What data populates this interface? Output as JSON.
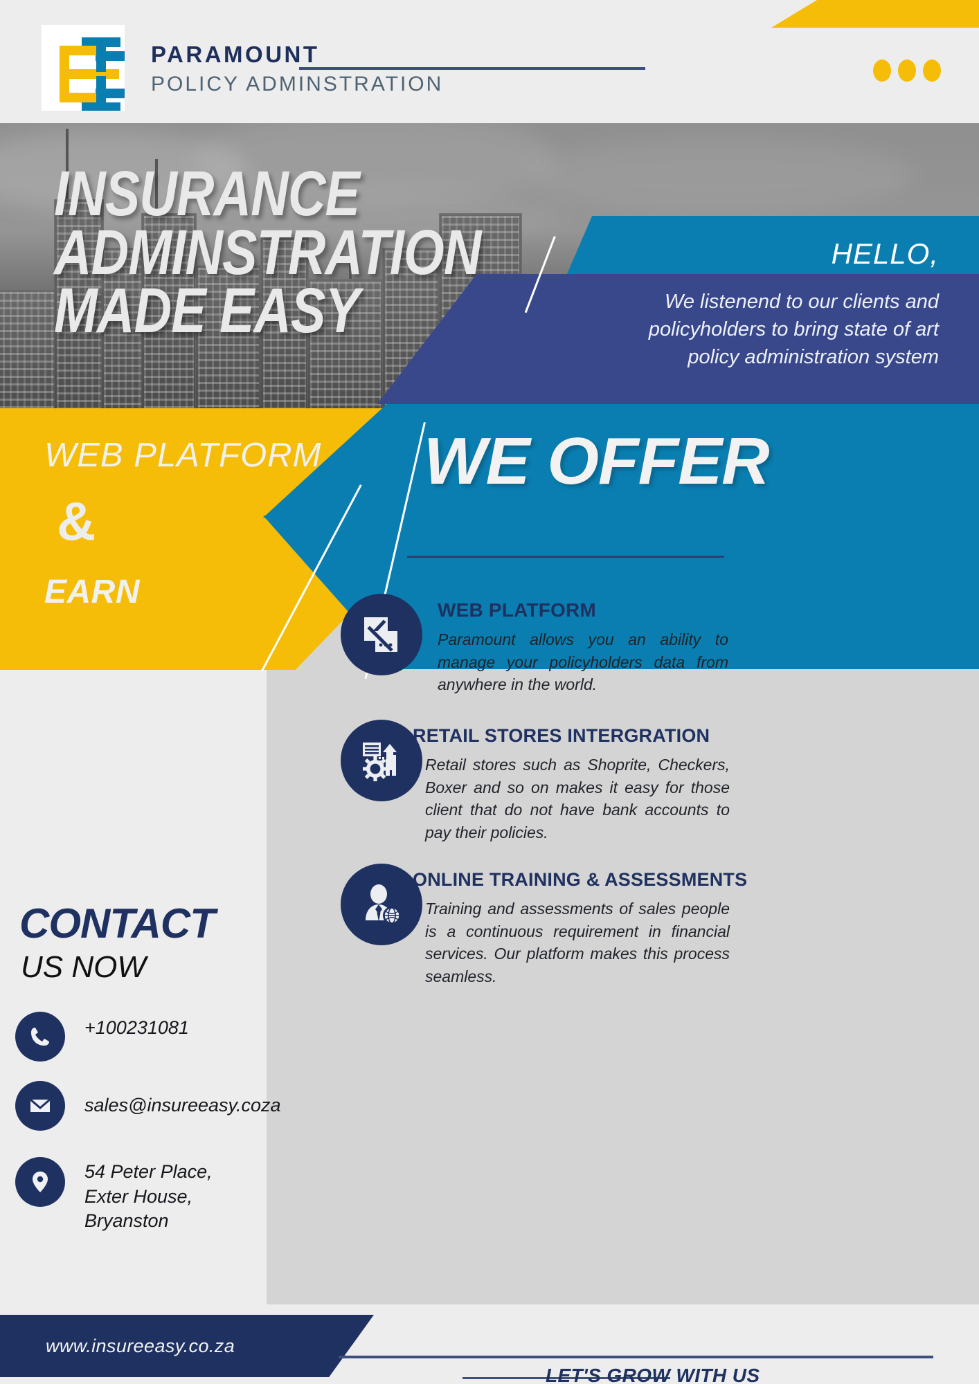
{
  "header": {
    "brand_name": "PARAMOUNT",
    "brand_subtitle": "POLICY ADMINSTRATION",
    "logo_alt": "paramount-logo"
  },
  "hero": {
    "headline": "INSURANCE\nADMINSTRATION\nMADE EASY"
  },
  "hello": {
    "label": "HELLO,",
    "text": "We listenend to our clients and policyholders to bring state of art policy administration system"
  },
  "midband": {
    "web_platform": "WEB PLATFORM",
    "ampersand": "&",
    "earn": "EARN",
    "we_offer": "WE OFFER"
  },
  "offers": [
    {
      "icon": "document-check-icon",
      "title": "WEB PLATFORM",
      "description": "Paramount allows you an ability to manage your policyholders data from anywhere in the world."
    },
    {
      "icon": "gear-chart-icon",
      "title": "RETAIL STORES INTERGRATION",
      "description": "Retail stores such as Shoprite, Checkers, Boxer and so on makes it easy for those client that do not have bank accounts to pay their policies."
    },
    {
      "icon": "person-globe-icon",
      "title": "ONLINE TRAINING & ASSESSMENTS",
      "description": "Training and assessments of sales people is a continuous requirement in financial services. Our platform makes this process seamless."
    }
  ],
  "contact": {
    "title": "CONTACT",
    "subtitle": "US NOW",
    "rows": [
      {
        "icon": "phone-icon",
        "value": "+100231081"
      },
      {
        "icon": "envelope-icon",
        "value": "sales@insureeasy.coza"
      },
      {
        "icon": "location-pin-icon",
        "value": "54 Peter Place,\nExter House,\nBryanston"
      }
    ]
  },
  "footer": {
    "website": "www.insureeasy.co.za",
    "tagline": "LET'S GROW WITH US"
  },
  "colors": {
    "navy": "#1f3160",
    "indigo": "#38488a",
    "blue": "#0a7eb0",
    "yellow": "#f5bd07",
    "light_gray": "#ededed",
    "mid_gray": "#d4d4d4"
  }
}
